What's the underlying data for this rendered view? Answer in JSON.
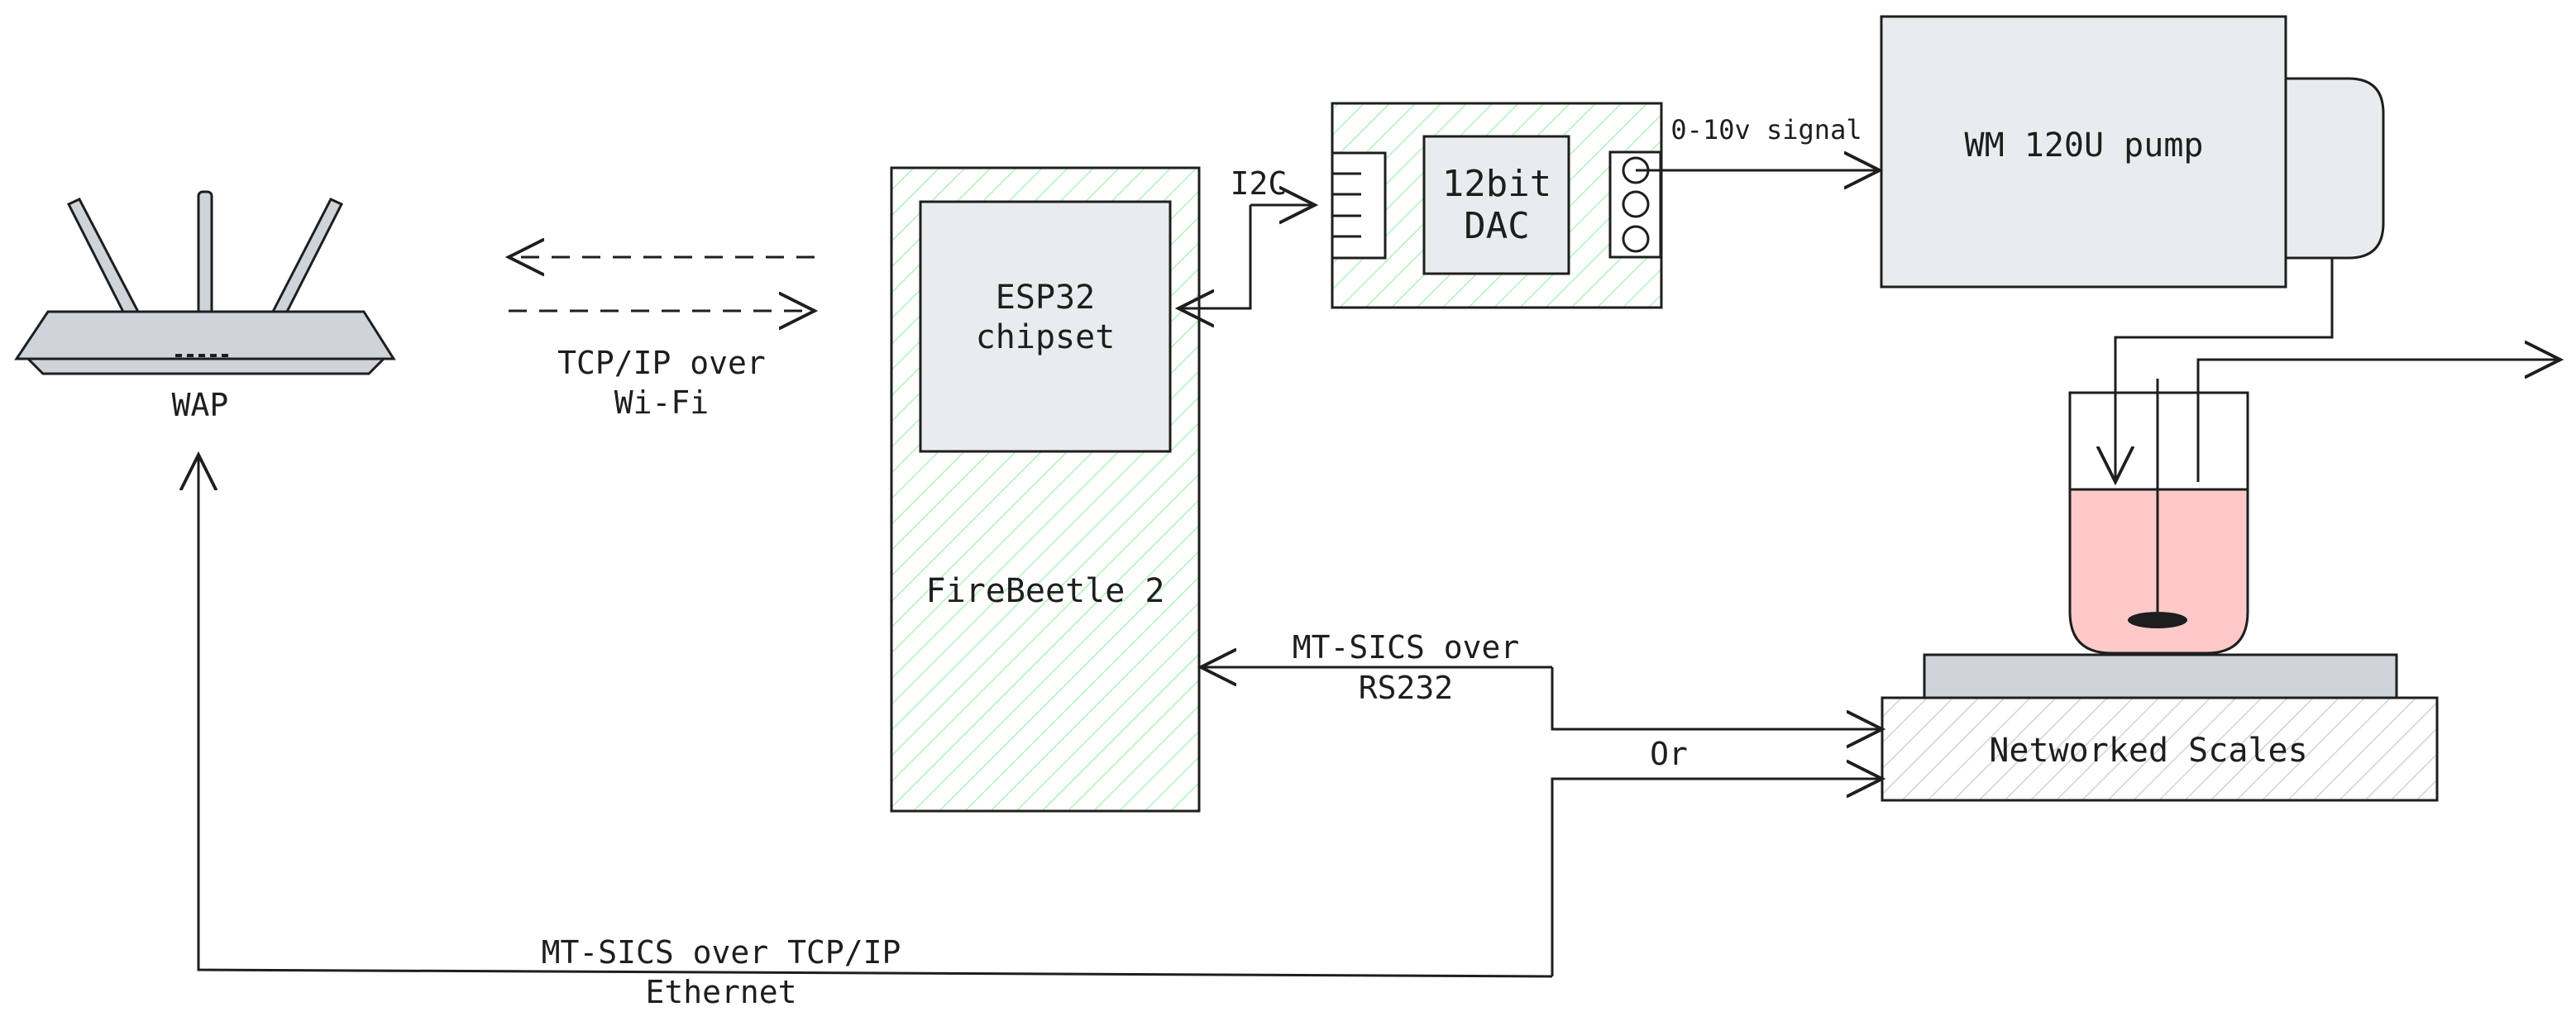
{
  "labels": {
    "wap": "WAP",
    "wifi_line1": "TCP/IP over",
    "wifi_line2": "Wi-Fi",
    "esp32_line1": "ESP32",
    "esp32_line2": "chipset",
    "firebeetle": "FireBeetle 2",
    "i2c": "I2C",
    "dac_line1": "12bit",
    "dac_line2": "DAC",
    "signal": "0-10v signal",
    "pump": "WM 120U pump",
    "rs232_line1": "MT-SICS over",
    "rs232_line2": "RS232",
    "or": "Or",
    "scales": "Networked Scales",
    "ethernet_line1": "MT-SICS over TCP/IP",
    "ethernet_line2": "Ethernet"
  },
  "colors": {
    "stroke": "#1e1e1e",
    "box_fill": "#e9ecef",
    "hatch_green": "#b2f2bb",
    "hatch_gray": "#ced4da",
    "liquid": "#ffc9c9",
    "scale_top": "#ced4da"
  }
}
